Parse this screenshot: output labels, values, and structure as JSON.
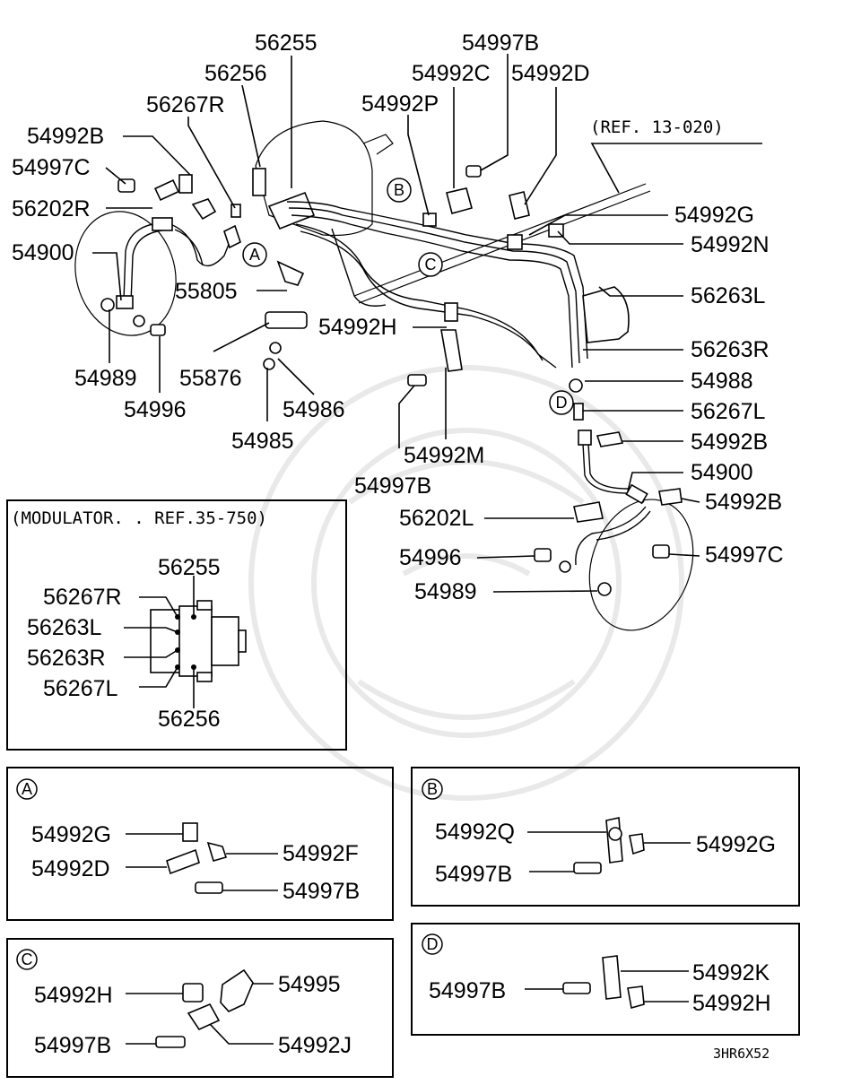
{
  "main_labels": {
    "p56255": "56255",
    "p56256": "56256",
    "p56267R": "56267R",
    "p54992B_a": "54992B",
    "p54997C_a": "54997C",
    "p56202R": "56202R",
    "p54900_a": "54900",
    "p54989_a": "54989",
    "p54996_a": "54996",
    "p55805": "55805",
    "p55876": "55876",
    "p54986": "54986",
    "p54985": "54985",
    "p54992H": "54992H",
    "p54997B_top": "54997B",
    "p54992C": "54992C",
    "p54992D": "54992D",
    "p54992P": "54992P",
    "p54992G": "54992G",
    "p54992N": "54992N",
    "p56263L": "56263L",
    "p56263R": "56263R",
    "p54988": "54988",
    "p56267L": "56267L",
    "p54992B_b": "54992B",
    "p54900_b": "54900",
    "p54992B_c": "54992B",
    "p56202L": "56202L",
    "p54996_b": "54996",
    "p54997C_b": "54997C",
    "p54989_b": "54989",
    "p54992M": "54992M",
    "p54997B_mid": "54997B"
  },
  "reference_note": "(REF. 13-020)",
  "callout_letters": {
    "a": "A",
    "b": "B",
    "c": "C",
    "d": "D"
  },
  "modulator_inset": {
    "title": "(MODULATOR. . REF.35-750)",
    "labels": {
      "p56255": "56255",
      "p56267R": "56267R",
      "p56263L": "56263L",
      "p56263R": "56263R",
      "p56267L": "56267L",
      "p56256": "56256"
    }
  },
  "detail_a": {
    "letter": "A",
    "labels": {
      "g": "54992G",
      "d": "54992D",
      "f": "54992F",
      "b": "54997B"
    }
  },
  "detail_b": {
    "letter": "B",
    "labels": {
      "q": "54992Q",
      "g": "54992G",
      "b": "54997B"
    }
  },
  "detail_c": {
    "letter": "C",
    "labels": {
      "h": "54992H",
      "p": "54995",
      "b": "54997B",
      "j": "54992J"
    }
  },
  "detail_d": {
    "letter": "D",
    "labels": {
      "b": "54997B",
      "k": "54992K",
      "h": "54992H"
    }
  },
  "diagram_code": "3HR6X52"
}
